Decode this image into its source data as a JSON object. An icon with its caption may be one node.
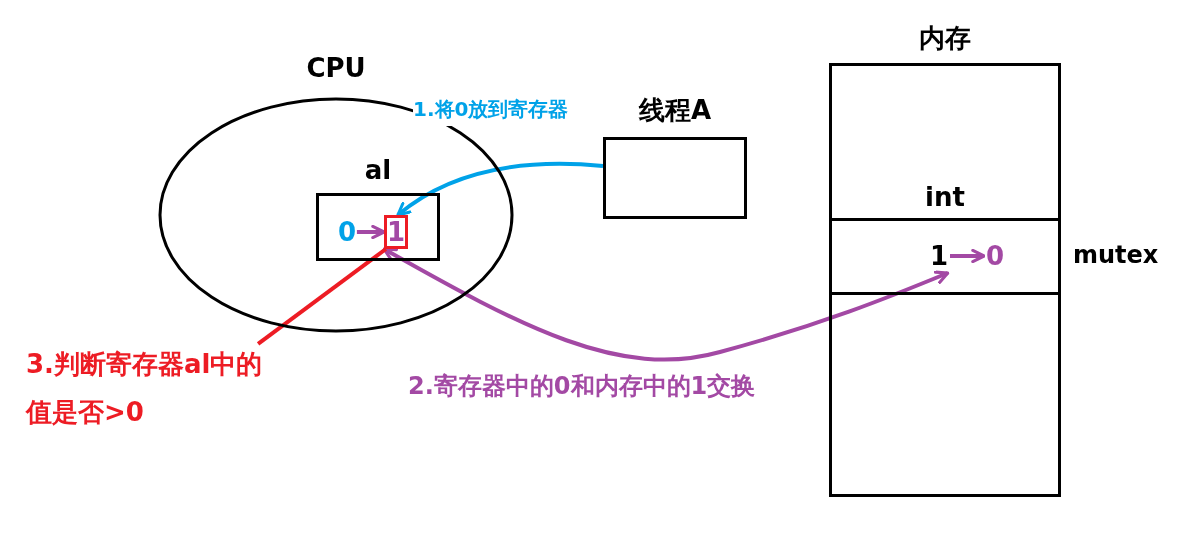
{
  "diagram": {
    "nodes": [
      {
        "text": [
          "CPU"
        ]
      },
      {
        "text": [
          "al"
        ],
        "in": 0
      },
      {
        "text": [
          "0"
        ],
        "in": 1
      },
      {
        "text": [
          "1"
        ],
        "in": 1
      },
      {
        "text": [
          "线程A"
        ]
      },
      {
        "text": [
          "内存"
        ]
      },
      {
        "text": [
          "int"
        ],
        "beside": [
          "mutex"
        ],
        "in": 5
      },
      {
        "text": [
          "1"
        ],
        "in": 6
      },
      {
        "text": [
          "0"
        ],
        "in": 6
      },
      {
        "text": [
          "3.判断寄存器al中的值是否>0"
        ]
      }
    ],
    "edges": [
      {
        "from": 4,
        "to": 3,
        "arrow": "to",
        "label": "1.将0放到寄存器",
        "color": "#00a2e8"
      },
      {
        "from": 3,
        "to": 7,
        "arrow": "both",
        "label": "2.寄存器中的0和内存中的1交换"
      },
      {
        "from": 2,
        "to": 3,
        "arrow": "to"
      },
      {
        "from": 7,
        "to": 8,
        "arrow": "to"
      },
      {
        "from": 9,
        "to": 3,
        "arrow": "none",
        "color": "#ed1c24"
      }
    ]
  }
}
